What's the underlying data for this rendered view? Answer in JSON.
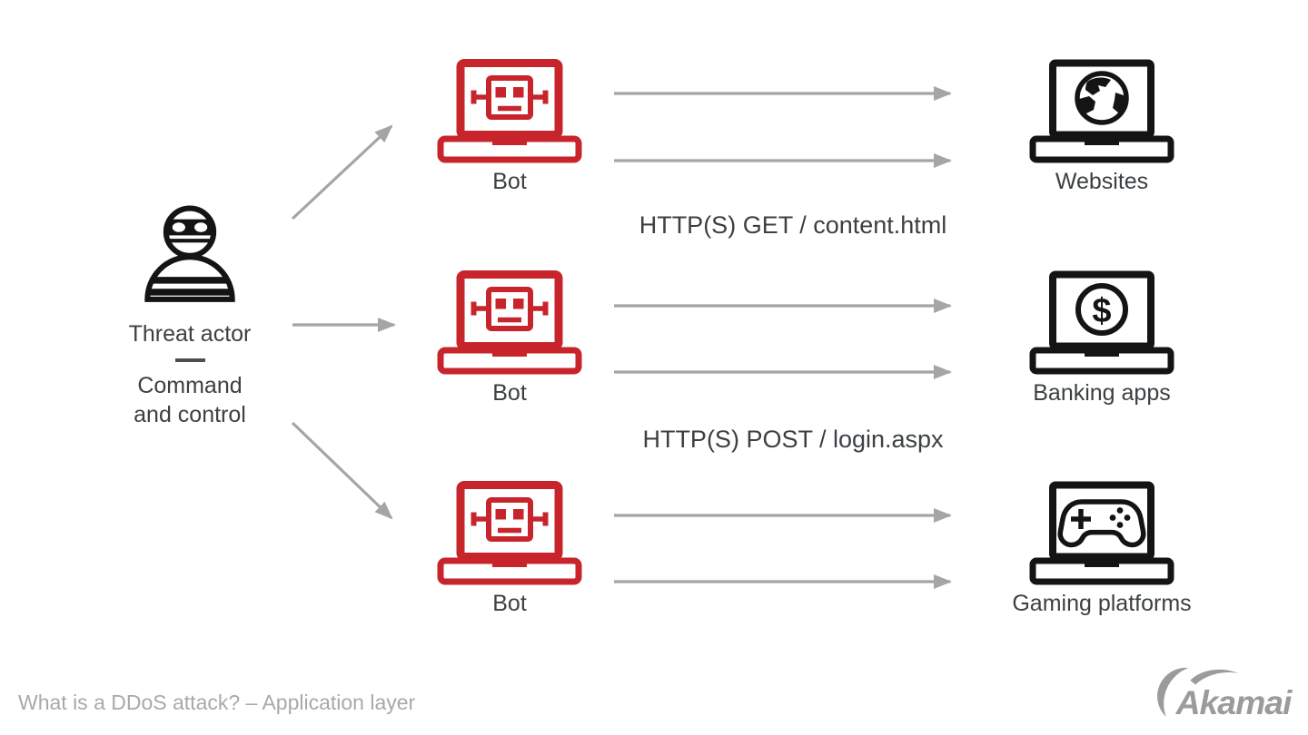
{
  "colors": {
    "bot_red": "#C8242C",
    "icon_black": "#141414",
    "arrow_gray": "#A5A5A5",
    "text_dark": "#3C4043",
    "caption_gray": "#A9A9A9",
    "brand_gray": "#9B9B9B",
    "divider_gray": "#4A4F54"
  },
  "diagram": {
    "threat_actor": {
      "label": "Threat actor",
      "sublabel": "Command and control"
    },
    "bots": [
      {
        "label": "Bot",
        "icon": "bot-laptop-icon"
      },
      {
        "label": "Bot",
        "icon": "bot-laptop-icon"
      },
      {
        "label": "Bot",
        "icon": "bot-laptop-icon"
      }
    ],
    "targets": [
      {
        "label": "Websites",
        "icon": "globe-laptop-icon"
      },
      {
        "label": "Banking apps",
        "icon": "dollar-laptop-icon",
        "glyph": "$"
      },
      {
        "label": "Gaming platforms",
        "icon": "gamepad-laptop-icon"
      }
    ],
    "request_labels": [
      {
        "text": "HTTP(S) GET / content.html"
      },
      {
        "text": "HTTP(S) POST / login.aspx"
      }
    ]
  },
  "footer": {
    "caption": "What is a DDoS attack? – Application layer",
    "brand": "Akamai"
  }
}
